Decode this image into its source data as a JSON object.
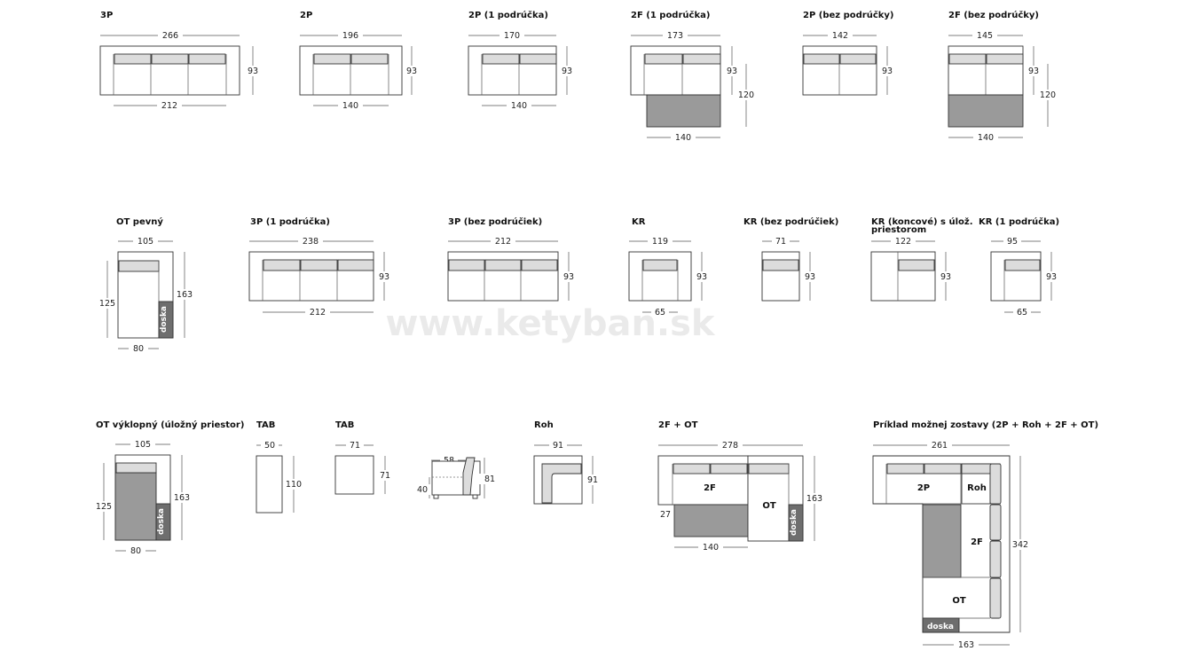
{
  "watermark": "www.ketyban.sk",
  "modules": [
    {
      "title": "3P",
      "d": [
        "266",
        "93",
        "212"
      ]
    },
    {
      "title": "2P",
      "d": [
        "196",
        "93",
        "140"
      ]
    },
    {
      "title": "2P (1 podrúčka)",
      "d": [
        "170",
        "93",
        "140"
      ]
    },
    {
      "title": "2F (1 podrúčka)",
      "d": [
        "173",
        "93",
        "120",
        "140"
      ]
    },
    {
      "title": "2P (bez podrúčky)",
      "d": [
        "142",
        "93"
      ]
    },
    {
      "title": "2F (bez podrúčky)",
      "d": [
        "145",
        "93",
        "120",
        "140"
      ]
    },
    {
      "title": "OT pevný",
      "d": [
        "105",
        "125",
        "163",
        "80"
      ],
      "side": "doska"
    },
    {
      "title": "3P (1 podrúčka)",
      "d": [
        "238",
        "93",
        "212"
      ]
    },
    {
      "title": "3P (bez podrúčiek)",
      "d": [
        "212",
        "93"
      ]
    },
    {
      "title": "KR",
      "d": [
        "119",
        "93",
        "65"
      ]
    },
    {
      "title": "KR (bez podrúčiek)",
      "d": [
        "71",
        "93"
      ]
    },
    {
      "title": "KR (koncové) s úlož. priestorom",
      "d": [
        "122",
        "93"
      ]
    },
    {
      "title": "KR (1 podrúčka)",
      "d": [
        "95",
        "93",
        "65"
      ]
    },
    {
      "title": "OT výklopný (úložný priestor)",
      "d": [
        "105",
        "125",
        "163",
        "80"
      ],
      "side": "doska"
    },
    {
      "title": "TAB",
      "d": [
        "50",
        "110"
      ]
    },
    {
      "title": "TAB",
      "d": [
        "71",
        "71"
      ]
    },
    {
      "title": "",
      "d": [
        "58",
        "81",
        "40"
      ]
    },
    {
      "title": "Roh",
      "d": [
        "91",
        "91"
      ]
    },
    {
      "title": "2F + OT",
      "d": [
        "278",
        "27",
        "163",
        "140"
      ],
      "parts": [
        "2F",
        "OT",
        "doska"
      ]
    },
    {
      "title": "Príklad možnej zostavy  (2P + Roh + 2F + OT)",
      "d": [
        "261",
        "342",
        "163"
      ],
      "parts": [
        "2P",
        "Roh",
        "2F",
        "OT",
        "doska"
      ]
    }
  ]
}
